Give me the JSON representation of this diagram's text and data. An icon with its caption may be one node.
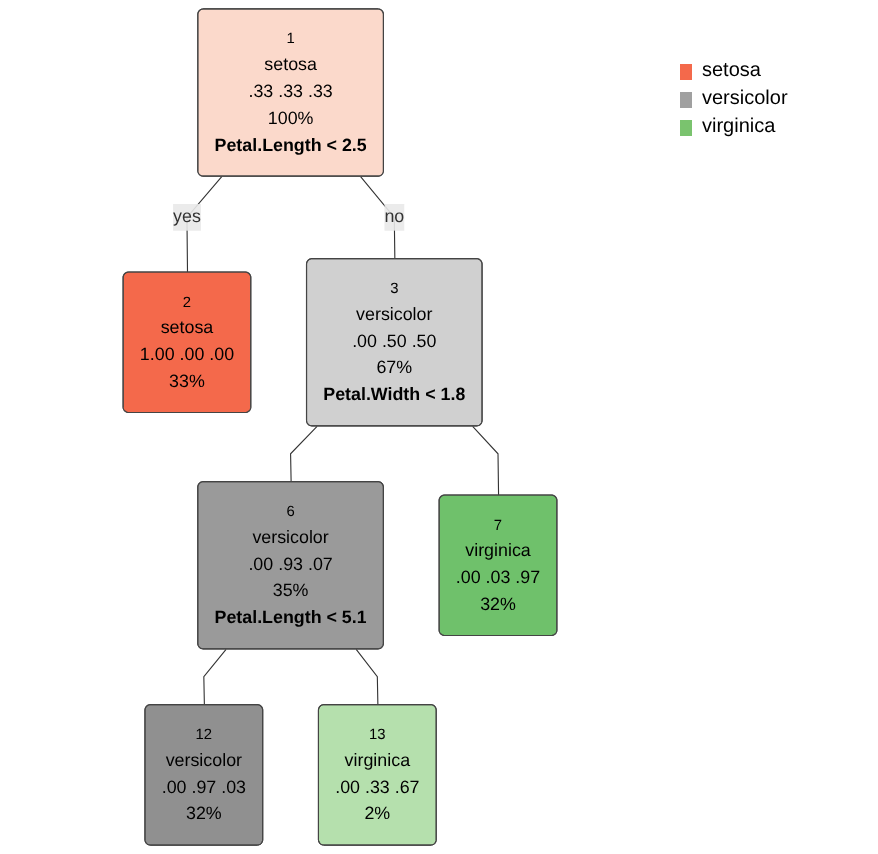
{
  "diagram": {
    "nodes": [
      {
        "text": [
          "1",
          "setosa",
          ".33 .33 .33",
          "100%",
          "Petal.Length < 2.5"
        ]
      },
      {
        "text": [
          "3",
          "versicolor",
          ".00 .50 .50",
          "67%",
          "Petal.Width < 1.8"
        ]
      },
      {
        "text": [
          "6",
          "versicolor",
          ".00 .93 .07",
          "35%",
          "Petal.Length < 5.1"
        ]
      },
      {
        "text": [
          "2",
          "setosa",
          "1.00 .00 .00",
          "33%"
        ]
      },
      {
        "text": [
          "12",
          "versicolor",
          ".00 .97 .03",
          "32%"
        ]
      },
      {
        "text": [
          "13",
          "virginica",
          ".00 .33 .67",
          "2%"
        ]
      },
      {
        "text": [
          "7",
          "virginica",
          ".00 .03 .97",
          "32%"
        ]
      }
    ],
    "edges": [
      {
        "from": 0,
        "to": 3,
        "arrow": "none",
        "label": "yes"
      },
      {
        "from": 0,
        "to": 1,
        "arrow": "none",
        "label": "no"
      },
      {
        "from": 1,
        "to": 2,
        "arrow": "none"
      },
      {
        "from": 1,
        "to": 6,
        "arrow": "none"
      },
      {
        "from": 2,
        "to": 4,
        "arrow": "none"
      },
      {
        "from": 2,
        "to": 5,
        "arrow": "none"
      }
    ],
    "legend": [
      {
        "text": "setosa",
        "color": "#f4694b"
      },
      {
        "text": "versicolor",
        "color": "#a0a0a0"
      },
      {
        "text": "virginica",
        "color": "#7ac36e"
      }
    ]
  }
}
